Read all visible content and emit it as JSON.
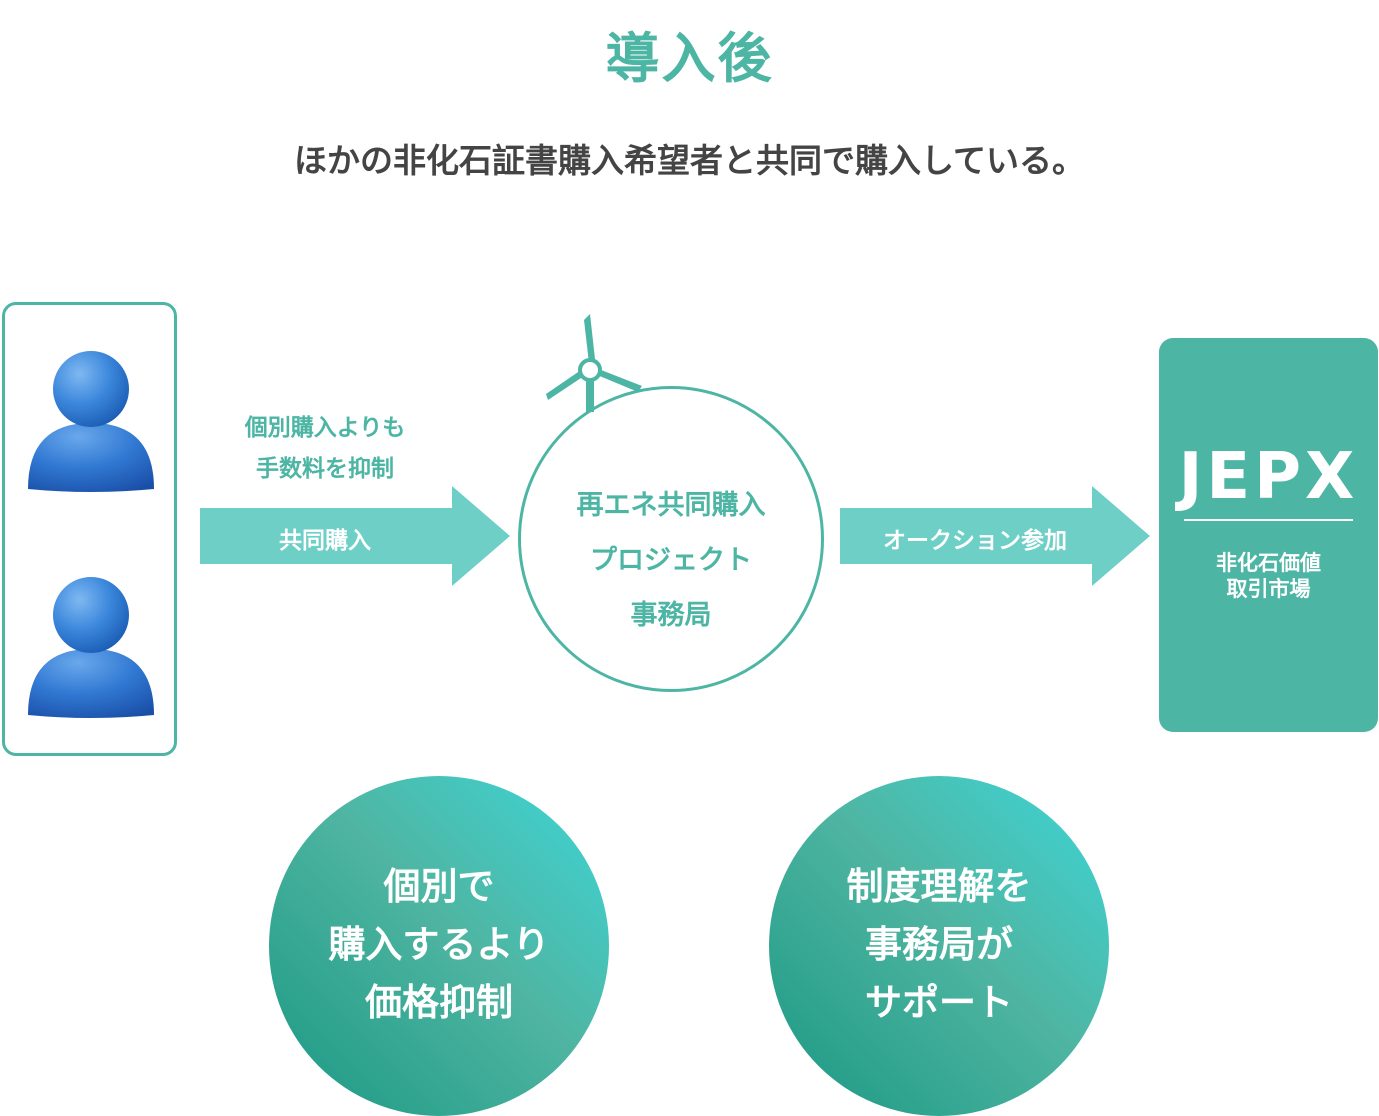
{
  "header": {
    "title": "導入後",
    "subtitle": "ほかの非化石証書購入希望者と共同で購入している。"
  },
  "buyers": {
    "count": 2,
    "icon": "person-icon",
    "icon_color": "#2f77cf"
  },
  "arrow_left": {
    "caption_line1": "個別購入よりも",
    "caption_line2": "手数料を抑制",
    "label": "共同購入"
  },
  "center": {
    "line1": "再エネ共同購入",
    "line2": "プロジェクト",
    "line3": "事務局",
    "icon": "wind-turbine-icon"
  },
  "arrow_right": {
    "label": "オークション参加"
  },
  "jepx": {
    "title": "JEPX",
    "line1": "非化石価値",
    "line2": "取引市場"
  },
  "merits": [
    {
      "line1": "個別で",
      "line2": "購入するより",
      "line3": "価格抑制"
    },
    {
      "line1": "制度理解を",
      "line2": "事務局が",
      "line3": "サポート"
    }
  ],
  "colors": {
    "accent": "#4db5a4",
    "arrow": "#6dcfc6",
    "text": "#444444"
  }
}
